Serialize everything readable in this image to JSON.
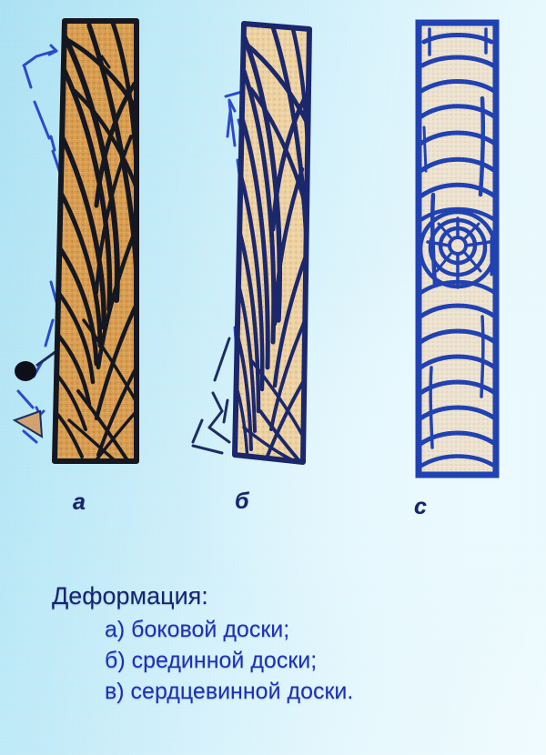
{
  "figure": {
    "kind": "wood-board-deformation-diagram",
    "background_color": "#cdeefb",
    "ink_color": "#1d31b4",
    "outline_dark": "#14183c"
  },
  "boards": [
    {
      "id": "a",
      "label": "а",
      "caption_ref": "боковой доски",
      "wood_fill": "#d79a4f",
      "grain_color": "#14161f",
      "outline_color": "#14161f",
      "description": "side board, strong cupping deformation, dark tan wood with sweeping arc grain",
      "deformation_marks": "dashed arc to the left with arrowheads and ink blot"
    },
    {
      "id": "b",
      "label": "б",
      "caption_ref": "срединной доски",
      "wood_fill": "#e8c48c",
      "grain_color": "#1a2668",
      "outline_color": "#1a2668",
      "description": "middle board, slight slant, pale tan wood with diagonal arc grain",
      "deformation_marks": "dashed outline offset on the lower-left edge"
    },
    {
      "id": "c",
      "label": "с",
      "caption_ref": "сердцевинной доски",
      "wood_fill": "#ece0cd",
      "grain_color": "#1f3fb0",
      "outline_color": "#1f3fb0",
      "description": "pith board, cream wood with horizontal annual ring arcs and concentric pith circles at centre",
      "deformation_marks": "none"
    }
  ],
  "caption": {
    "title": "Деформация:",
    "lines": [
      "а) боковой доски;",
      "б) срединной доски;",
      "в) сердцевинной доски."
    ]
  }
}
